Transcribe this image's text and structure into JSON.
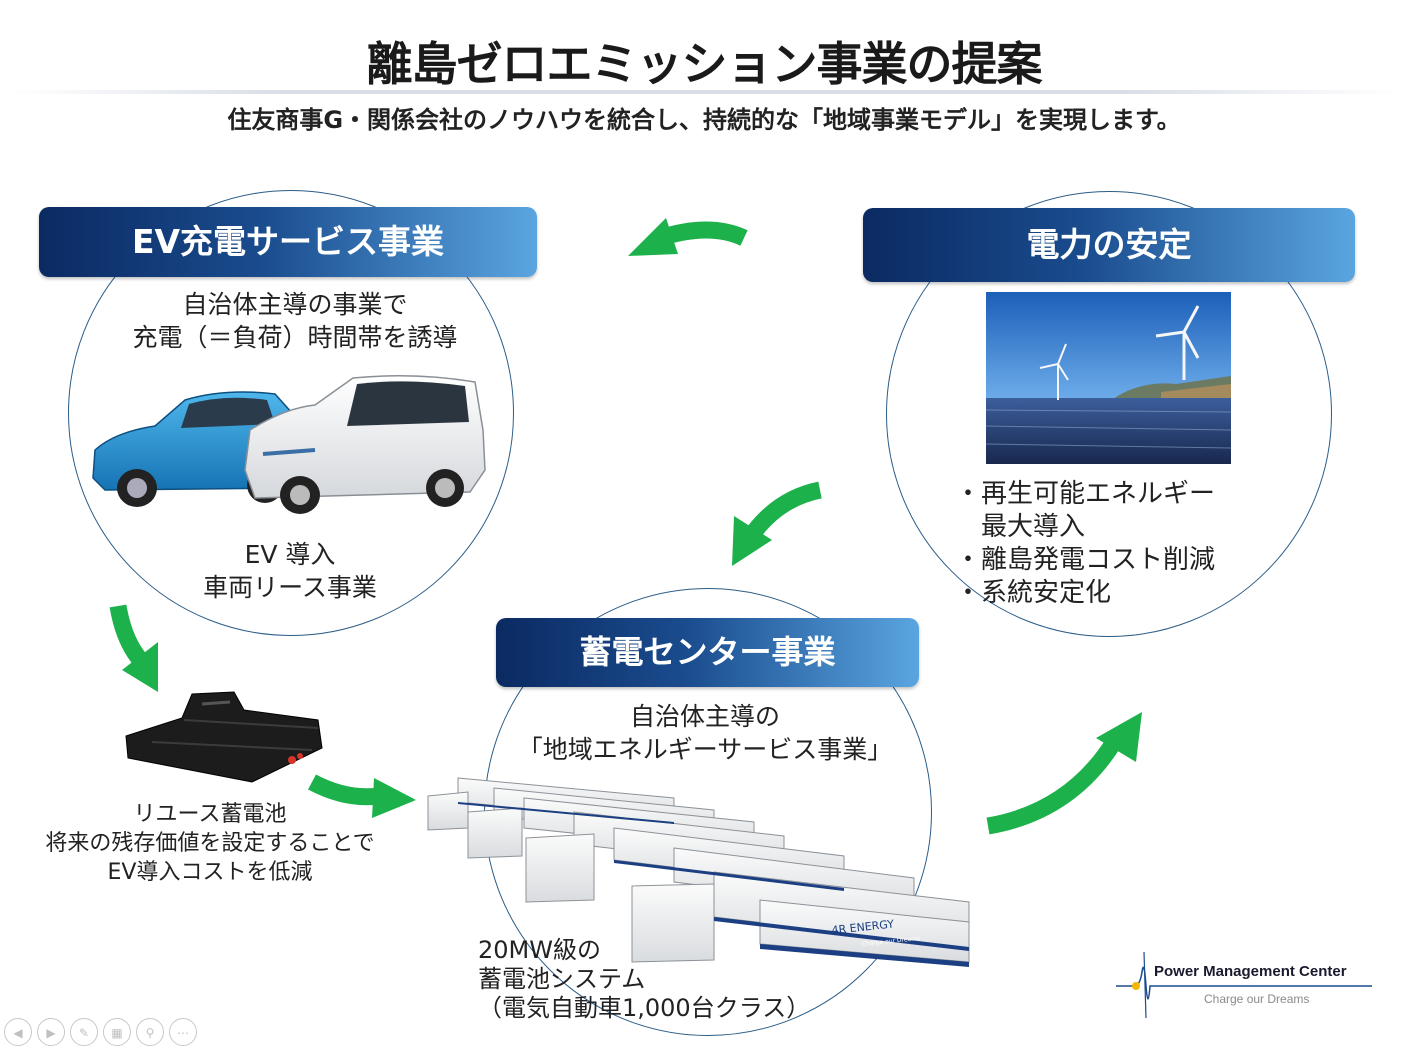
{
  "title": "離島ゼロエミッション事業の提案",
  "subtitle": "住友商事G・関係会社のノウハウを統合し、持続的な「地域事業モデル」を実現します。",
  "ev_section": {
    "banner": "EV充電サービス事業",
    "desc_line1": "自治体主導の事業で",
    "desc_line2": "充電（＝負荷）時間帯を誘導",
    "lease_line1": "EV 導入",
    "lease_line2": "車両リース事業"
  },
  "power_section": {
    "banner": "電力の安定",
    "bullets": [
      "・再生可能エネルギー",
      "　最大導入",
      "・離島発電コスト削減",
      "・系統安定化"
    ]
  },
  "storage_section": {
    "banner": "蓄電センター事業",
    "desc_line1": "自治体主導の",
    "desc_line2": "「地域エネルギーサービス事業」",
    "system_line1": "20MW級の",
    "system_line2": "蓄電池システム",
    "system_line3": "（電気自動車1,000台クラス）"
  },
  "reuse_battery": {
    "line1": "リユース蓄電池",
    "line2": "将来の残存価値を設定することで",
    "line3": "EV導入コストを低減"
  },
  "container_label": {
    "brand": "4R ENERGY",
    "tagline": "Charge our Dreams"
  },
  "logo": {
    "name": "Power Management Center",
    "tagline": "Charge our Dreams"
  },
  "colors": {
    "arrow_green": "#1db14b",
    "banner_dark": "#0b2a62",
    "banner_light": "#5aa5e0",
    "circle_stroke": "#2c5d88"
  },
  "nav_icons": [
    "prev-icon",
    "next-icon",
    "pen-icon",
    "slides-icon",
    "zoom-icon",
    "more-icon"
  ]
}
